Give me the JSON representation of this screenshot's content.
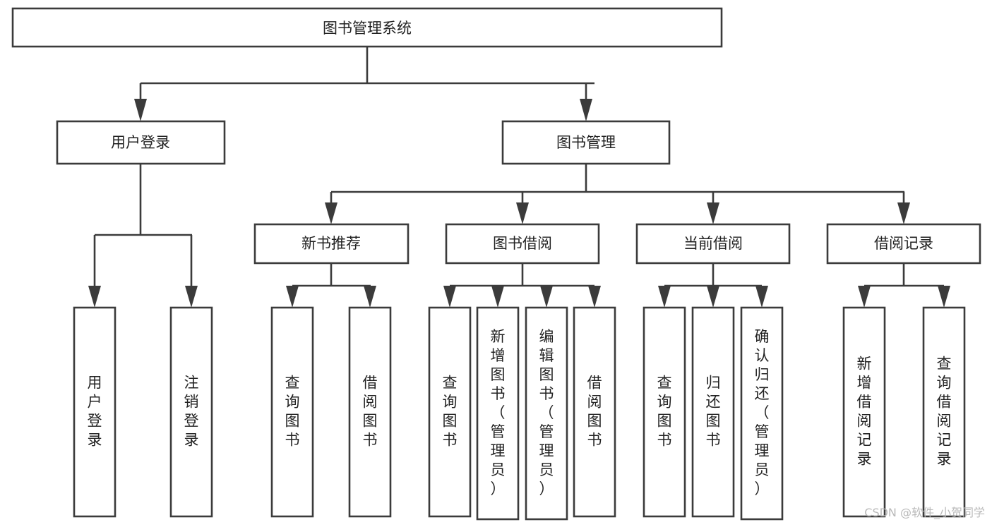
{
  "diagram": {
    "title": "图书管理系统",
    "type": "tree-hierarchy",
    "orientation": "top-down",
    "colors": {
      "box_stroke": "#3b3b3b",
      "box_fill": "#ffffff",
      "connector": "#3b3b3b",
      "text": "#222222",
      "watermark": "#b9b9b9",
      "background": "#ffffff"
    },
    "root": {
      "label": "图书管理系统"
    },
    "level2": [
      {
        "label": "用户登录"
      },
      {
        "label": "图书管理"
      }
    ],
    "level3": [
      {
        "label": "新书推荐"
      },
      {
        "label": "图书借阅"
      },
      {
        "label": "当前借阅"
      },
      {
        "label": "借阅记录"
      }
    ],
    "leaves_user_login": [
      {
        "label": "用户登录"
      },
      {
        "label": "注销登录"
      }
    ],
    "leaves_new_book": [
      {
        "label": "查询图书"
      },
      {
        "label": "借阅图书"
      }
    ],
    "leaves_borrow": [
      {
        "label": "查询图书"
      },
      {
        "label": "新增图书（管理员）"
      },
      {
        "label": "编辑图书（管理员）"
      },
      {
        "label": "借阅图书"
      }
    ],
    "leaves_current": [
      {
        "label": "查询图书"
      },
      {
        "label": "归还图书"
      },
      {
        "label": "确认归还（管理员）"
      }
    ],
    "leaves_records": [
      {
        "label": "新增借阅记录"
      },
      {
        "label": "查询借阅记录"
      }
    ]
  },
  "watermark": {
    "text": "CSDN @软件_小贺同学"
  }
}
